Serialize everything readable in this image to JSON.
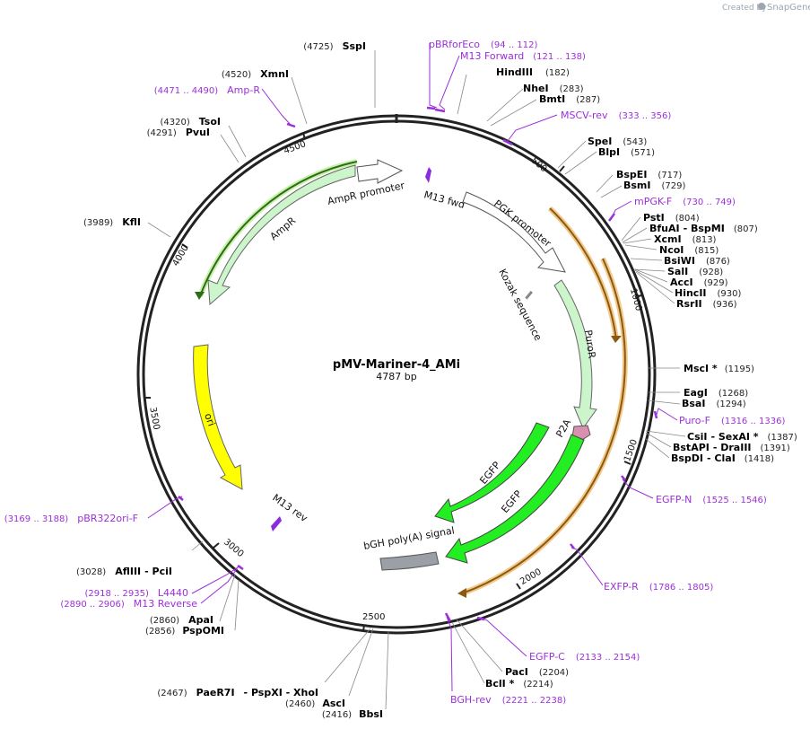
{
  "credit": {
    "prefix": "Created by",
    "brand": "SnapGene"
  },
  "map": {
    "name": "pMV-Mariner-4_AMi",
    "length_label": "4787 bp"
  },
  "ticks": [
    "500",
    "1000",
    "1500",
    "2000",
    "2500",
    "3000",
    "3500",
    "4000",
    "4500"
  ],
  "enzymes_right": [
    {
      "name": "HindIII",
      "pos": "(182)"
    },
    {
      "name": "NheI",
      "pos": "(283)"
    },
    {
      "name": "BmtI",
      "pos": "(287)"
    },
    {
      "name": "SpeI",
      "pos": "(543)"
    },
    {
      "name": "BlpI",
      "pos": "(571)"
    },
    {
      "name": "BspEI",
      "pos": "(717)"
    },
    {
      "name": "BsmI",
      "pos": "(729)"
    },
    {
      "name": "PstI",
      "pos": "(804)"
    },
    {
      "name": "BfuAI",
      "sep": "- BspMI",
      "pos": "(807)"
    },
    {
      "name": "XcmI",
      "pos": "(813)"
    },
    {
      "name": "NcoI",
      "pos": "(815)"
    },
    {
      "name": "BsiWI",
      "pos": "(876)"
    },
    {
      "name": "SalI",
      "pos": "(928)"
    },
    {
      "name": "AccI",
      "pos": "(929)"
    },
    {
      "name": "HincII",
      "pos": "(930)"
    },
    {
      "name": "RsrII",
      "pos": "(936)"
    },
    {
      "name": "MscI *",
      "pos": "(1195)"
    },
    {
      "name": "EagI",
      "pos": "(1268)"
    },
    {
      "name": "BsaI",
      "pos": "(1294)"
    },
    {
      "name": "CsiI",
      "sep": "- SexAI *",
      "pos": "(1387)"
    },
    {
      "name": "BstAPI",
      "sep": "- DraIII",
      "pos": "(1391)"
    },
    {
      "name": "BspDI",
      "sep": "- ClaI",
      "pos": "(1418)"
    },
    {
      "name": "PacI",
      "pos": "(2204)"
    },
    {
      "name": "BclI *",
      "pos": "(2214)"
    }
  ],
  "enzymes_left": [
    {
      "name": "SspI",
      "pos": "(4725)"
    },
    {
      "name": "XmnI",
      "pos": "(4520)"
    },
    {
      "name": "TsoI",
      "pos": "(4320)"
    },
    {
      "name": "PvuI",
      "pos": "(4291)"
    },
    {
      "name": "KflI",
      "pos": "(3989)"
    },
    {
      "name": "AflIII",
      "sep": "- PciI",
      "pos": "(3028)"
    },
    {
      "name": "ApaI",
      "pos": "(2860)"
    },
    {
      "name": "PspOMI",
      "pos": "(2856)"
    },
    {
      "name": "PaeR7I",
      "sep": "- PspXI - XhoI",
      "pos": "(2467)"
    },
    {
      "name": "AscI",
      "pos": "(2460)"
    },
    {
      "name": "BbsI",
      "pos": "(2416)"
    }
  ],
  "primers": [
    {
      "name": "pBRforEco",
      "pos": "(94 .. 112)"
    },
    {
      "name": "M13 Forward",
      "pos": "(121 .. 138)"
    },
    {
      "name": "MSCV-rev",
      "pos": "(333 .. 356)"
    },
    {
      "name": "mPGK-F",
      "pos": "(730 .. 749)"
    },
    {
      "name": "Puro-F",
      "pos": "(1316 .. 1336)"
    },
    {
      "name": "EGFP-N",
      "pos": "(1525 .. 1546)"
    },
    {
      "name": "EXFP-R",
      "pos": "(1786 .. 1805)"
    },
    {
      "name": "EGFP-C",
      "pos": "(2133 .. 2154)"
    },
    {
      "name": "BGH-rev",
      "pos": "(2221 .. 2238)"
    },
    {
      "name": "Amp-R",
      "pos": "(4471 .. 4490)"
    },
    {
      "name": "pBR322ori-F",
      "pos": "(3169 .. 3188)"
    },
    {
      "name": "L4440",
      "pos": "(2918 .. 2935)"
    },
    {
      "name": "M13 Reverse",
      "pos": "(2890 .. 2906)"
    }
  ],
  "features": {
    "ampr_promoter": "AmpR promoter",
    "ampr": "AmpR",
    "m13_fwd": "M13 fwd",
    "pgk_promoter": "PGK promoter",
    "kozak": "Kozak sequence",
    "puror": "PuroR",
    "p2a": "P2A",
    "egfp1": "EGFP",
    "egfp2": "EGFP",
    "ori": "ori",
    "m13_rev": "M13 rev",
    "bgh": "bGH poly(A) signal"
  },
  "colors": {
    "backbone": "#222222",
    "primer": "#9b30d9",
    "promoter": "#ffffff",
    "ampr": "#ccf5cc",
    "ori": "#ffff00",
    "egfp": "#22ee22",
    "p2a": "#d98fb0",
    "polyA": "#9aa0a6",
    "orf_arc": "#e8a020"
  }
}
